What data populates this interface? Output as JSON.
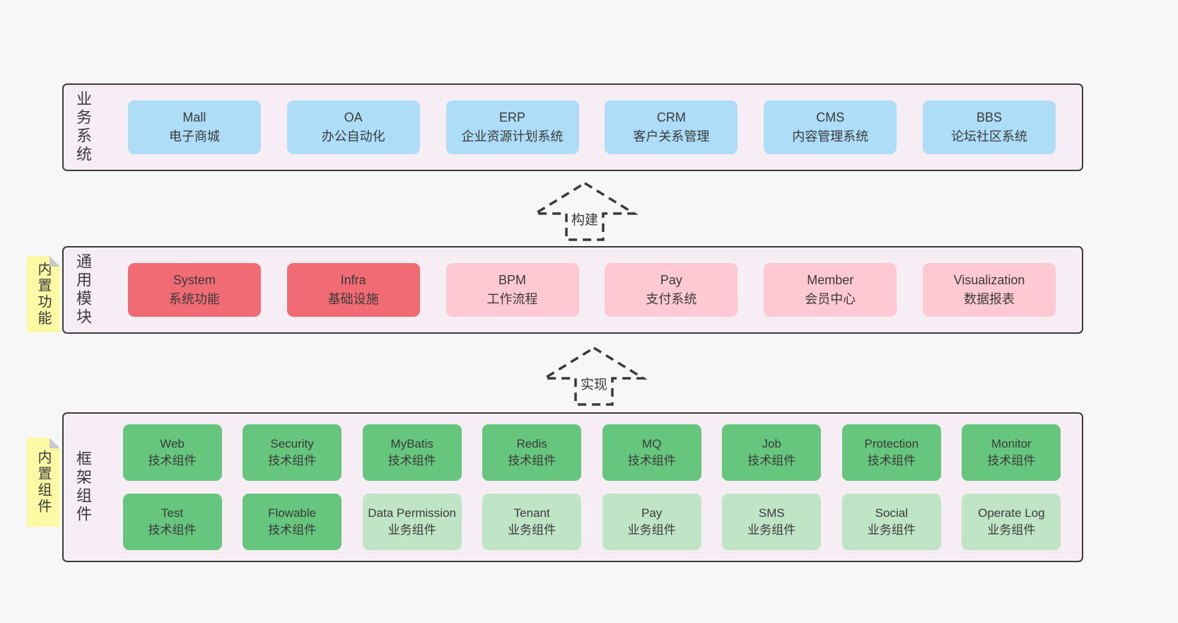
{
  "colors": {
    "page_bg": "#f7f7f7",
    "band_bg": "#f7edf5",
    "band_border": "#3c3c3c",
    "text": "#3a3a3a",
    "blue": "#aeddf8",
    "red": "#f16b74",
    "pink": "#fec9d3",
    "green": "#67c67d",
    "light_green": "#c0e5c6",
    "yellow": "#fbf9a4",
    "fold": "#c9c9c9"
  },
  "bands": [
    {
      "label": "业务系统",
      "rows": [
        [
          {
            "title": "Mall",
            "subtitle": "电子商城",
            "color": "blue"
          },
          {
            "title": "OA",
            "subtitle": "办公自动化",
            "color": "blue"
          },
          {
            "title": "ERP",
            "subtitle": "企业资源计划系统",
            "color": "blue"
          },
          {
            "title": "CRM",
            "subtitle": "客户关系管理",
            "color": "blue"
          },
          {
            "title": "CMS",
            "subtitle": "内容管理系统",
            "color": "blue"
          },
          {
            "title": "BBS",
            "subtitle": "论坛社区系统",
            "color": "blue"
          }
        ]
      ]
    },
    {
      "label": "通用模块",
      "sticky": "内置功能",
      "rows": [
        [
          {
            "title": "System",
            "subtitle": "系统功能",
            "color": "red"
          },
          {
            "title": "Infra",
            "subtitle": "基础设施",
            "color": "red"
          },
          {
            "title": "BPM",
            "subtitle": "工作流程",
            "color": "pink"
          },
          {
            "title": "Pay",
            "subtitle": "支付系统",
            "color": "pink"
          },
          {
            "title": "Member",
            "subtitle": "会员中心",
            "color": "pink"
          },
          {
            "title": "Visualization",
            "subtitle": "数据报表",
            "color": "pink"
          }
        ]
      ]
    },
    {
      "label": "框架组件",
      "sticky": "内置组件",
      "rows": [
        [
          {
            "title": "Web",
            "subtitle": "技术组件",
            "color": "green"
          },
          {
            "title": "Security",
            "subtitle": "技术组件",
            "color": "green"
          },
          {
            "title": "MyBatis",
            "subtitle": "技术组件",
            "color": "green"
          },
          {
            "title": "Redis",
            "subtitle": "技术组件",
            "color": "green"
          },
          {
            "title": "MQ",
            "subtitle": "技术组件",
            "color": "green"
          },
          {
            "title": "Job",
            "subtitle": "技术组件",
            "color": "green"
          },
          {
            "title": "Protection",
            "subtitle": "技术组件",
            "color": "green"
          },
          {
            "title": "Monitor",
            "subtitle": "技术组件",
            "color": "green"
          }
        ],
        [
          {
            "title": "Test",
            "subtitle": "技术组件",
            "color": "green"
          },
          {
            "title": "Flowable",
            "subtitle": "技术组件",
            "color": "green"
          },
          {
            "title": "Data Permission",
            "subtitle": "业务组件",
            "color": "light_green"
          },
          {
            "title": "Tenant",
            "subtitle": "业务组件",
            "color": "light_green"
          },
          {
            "title": "Pay",
            "subtitle": "业务组件",
            "color": "light_green"
          },
          {
            "title": "SMS",
            "subtitle": "业务组件",
            "color": "light_green"
          },
          {
            "title": "Social",
            "subtitle": "业务组件",
            "color": "light_green"
          },
          {
            "title": "Operate Log",
            "subtitle": "业务组件",
            "color": "light_green"
          }
        ]
      ]
    }
  ],
  "arrows": [
    {
      "label": "构建"
    },
    {
      "label": "实现"
    }
  ]
}
